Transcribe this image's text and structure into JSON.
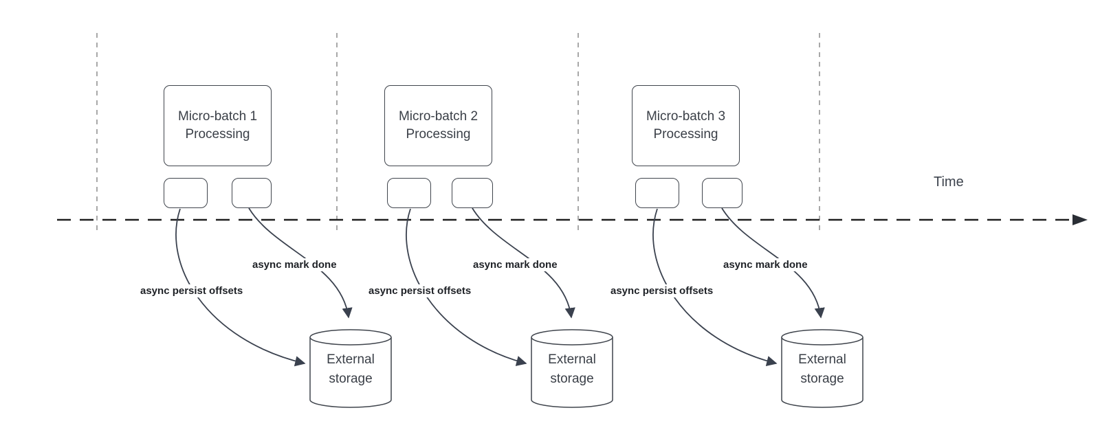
{
  "timeline": {
    "label": "Time"
  },
  "groups": [
    {
      "title": "Micro-batch 1\nProcessing",
      "persist_label": "async persist offsets",
      "mark_label": "async mark done",
      "storage_label": "External storage"
    },
    {
      "title": "Micro-batch 2\nProcessing",
      "persist_label": "async persist offsets",
      "mark_label": "async mark done",
      "storage_label": "External storage"
    },
    {
      "title": "Micro-batch 3\nProcessing",
      "persist_label": "async persist offsets",
      "mark_label": "async mark done",
      "storage_label": "External storage"
    }
  ],
  "colors": {
    "shape_stroke": "#3f444c",
    "arrow_stroke": "#3a414e",
    "axis_stroke": "#1f1f1f",
    "guide_stroke": "#a8a8a8",
    "text": "#3a3f47",
    "label_text": "#1e2126",
    "fill": "#ffffff"
  }
}
